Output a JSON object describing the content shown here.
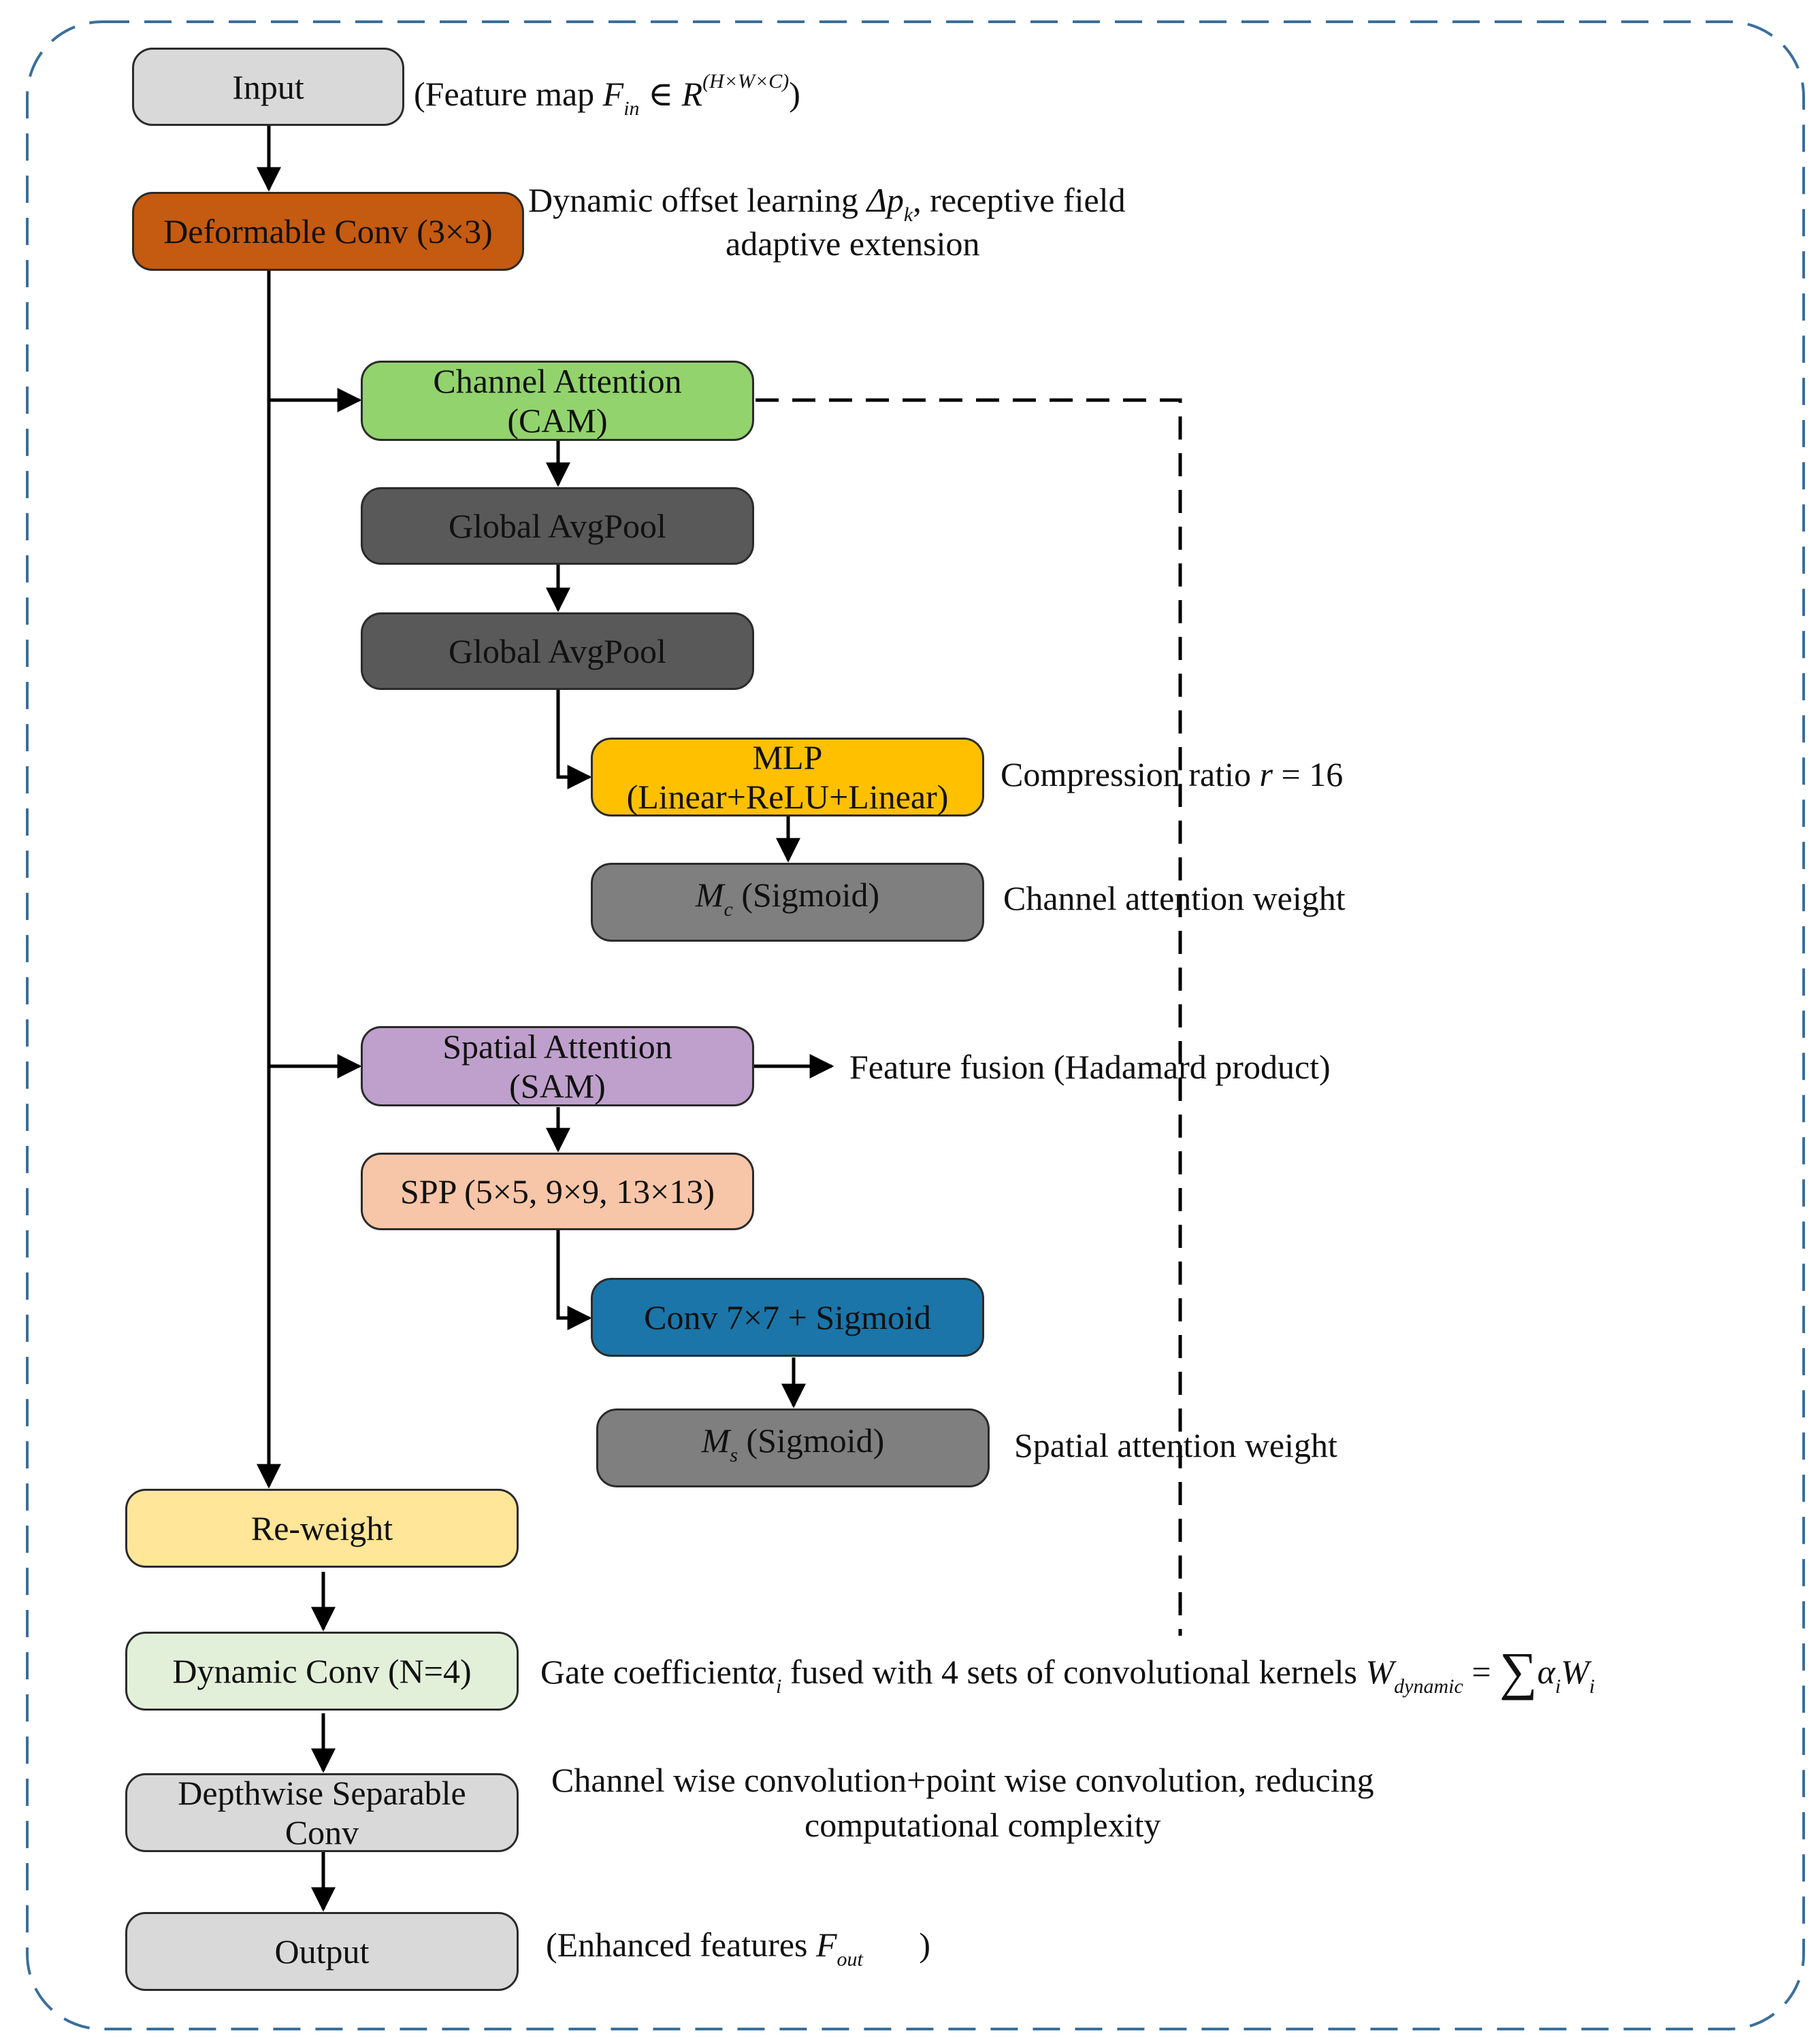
{
  "colors": {
    "input": "#d9d9d9",
    "deformable": "#c55a11",
    "cam": "#92d36e",
    "avgpool": "#595959",
    "mlp": "#ffc000",
    "sigmoid_gray": "#7f7f7f",
    "sam": "#bfa0cc",
    "spp": "#f7c6a8",
    "conv7": "#1b75a8",
    "reweight": "#ffe699",
    "dynamic": "#e2f0d9",
    "light_gray": "#d9d9d9",
    "edge": "#000000"
  },
  "nodes": {
    "input": "Input",
    "deformable": "Deformable Conv (3×3)",
    "cam": {
      "line1": "Channel Attention",
      "line2": "(CAM)"
    },
    "avgpool1": "Global AvgPool",
    "avgpool2": "Global AvgPool",
    "mlp": {
      "line1": "MLP",
      "line2": "(Linear+ReLU+Linear)"
    },
    "mc": {
      "symbol": "M",
      "subscript": "c",
      "rest": "(Sigmoid)"
    },
    "sam": {
      "line1": "Spatial Attention",
      "line2": "(SAM)"
    },
    "spp": "SPP (5×5, 9×9, 13×13)",
    "conv7": "Conv 7×7 + Sigmoid",
    "ms": {
      "symbol": "M",
      "subscript": "s",
      "rest": "(Sigmoid)"
    },
    "reweight": "Re-weight",
    "dynamic": "Dynamic Conv (N=4)",
    "depthwise": {
      "line1": "Depthwise Separable",
      "line2": "Conv"
    },
    "output": "Output"
  },
  "notes": {
    "input": {
      "prefix": "(Feature map",
      "symbol": "F",
      "subscript": "in",
      "relation": "∈",
      "space": "R",
      "superscript": "(H×W×C)",
      "suffix": ")"
    },
    "deformable": {
      "prefix": "Dynamic offset learning",
      "symbol": "Δp",
      "subscript": "k",
      "suffix": ", receptive field",
      "line2": "adaptive extension"
    },
    "mlp": {
      "prefix": "Compression ratio",
      "symbol": "r",
      "value": "= 16"
    },
    "mc": "Channel attention weight",
    "sam": "Feature fusion (Hadamard product)",
    "ms": "Spatial attention weight",
    "dynamic": {
      "prefix": "Gate coefficient",
      "alpha": "α",
      "alpha_sub": "i",
      "middle": "fused with 4 sets of convolutional kernels",
      "W": "W",
      "W_sub": "dynamic",
      "equals": "=",
      "sum": "∑",
      "term_alpha": "α",
      "term_alpha_sub": "i",
      "term_W": "W",
      "term_W_sub": "i"
    },
    "depthwise": {
      "line1": "Channel wise convolution+point wise convolution, reducing",
      "line2": "computational complexity"
    },
    "output": {
      "prefix": "(Enhanced features",
      "symbol": "F",
      "subscript": "out",
      "suffix": ")"
    }
  }
}
